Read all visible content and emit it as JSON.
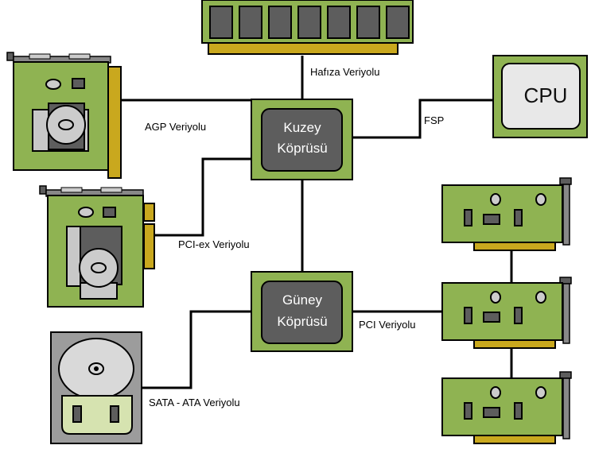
{
  "labels": {
    "memory_bus": "Hafıza Veriyolu",
    "fsb": "FSP",
    "agp_bus": "AGP Veriyolu",
    "pcie_bus": "PCI-ex Veriyolu",
    "pci_bus": "PCI Veriyolu",
    "sata_bus": "SATA - ATA Veriyolu"
  },
  "chips": {
    "north_line1": "Kuzey",
    "north_line2": "Köprüsü",
    "south_line1": "Güney",
    "south_line2": "Köprüsü",
    "cpu": "CPU"
  },
  "colors": {
    "board_green": "#8fb352",
    "chip_gray": "#5d5d5d",
    "gold": "#c9a81e",
    "drive_gray": "#9c9c9c",
    "connector_green": "#d6e3b0"
  }
}
